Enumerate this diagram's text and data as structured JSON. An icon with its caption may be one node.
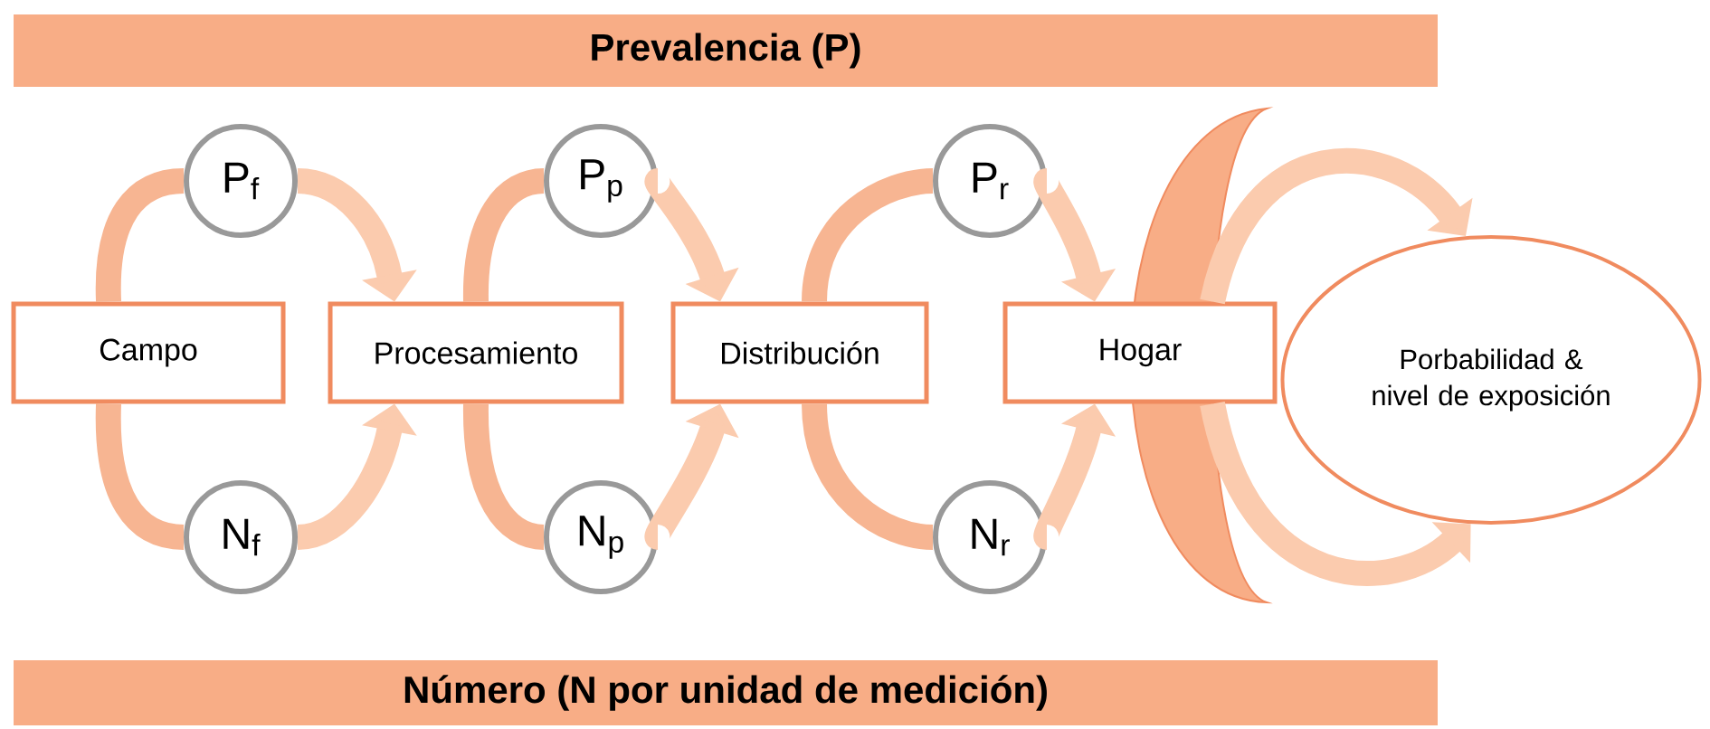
{
  "diagram": {
    "nodes": [
      {
        "text": [
          "Prevalencia (P)"
        ]
      },
      {
        "text": [
          "P$_{f}$"
        ]
      },
      {
        "text": [
          "P$_{p}$"
        ]
      },
      {
        "text": [
          "P$_{r}$"
        ]
      },
      {
        "text": [
          "Campo"
        ]
      },
      {
        "text": [
          "Procesamiento"
        ]
      },
      {
        "text": [
          "Distribución"
        ]
      },
      {
        "text": [
          "Hogar"
        ]
      },
      {
        "text": [
          "Porbabilidad & nivel de exposición"
        ]
      },
      {
        "text": [
          "N$_{f}$"
        ]
      },
      {
        "text": [
          "N$_{p}$"
        ]
      },
      {
        "text": [
          "N$_{r}$"
        ]
      },
      {
        "text": [
          "Número (N por unidad de medición)"
        ]
      }
    ],
    "edges": [
      {
        "from": 4,
        "to": 1,
        "arrow": "none",
        "color": "#f7b592"
      },
      {
        "from": 1,
        "to": 5,
        "arrow": "to"
      },
      {
        "from": 4,
        "to": 9,
        "arrow": "none",
        "color": "#f7b592"
      },
      {
        "from": 9,
        "to": 5,
        "arrow": "to"
      },
      {
        "from": 5,
        "to": 2,
        "arrow": "none",
        "color": "#f7b592"
      },
      {
        "from": 2,
        "to": 6,
        "arrow": "to"
      },
      {
        "from": 5,
        "to": 10,
        "arrow": "none",
        "color": "#f7b592"
      },
      {
        "from": 10,
        "to": 6,
        "arrow": "to"
      },
      {
        "from": 6,
        "to": 3,
        "arrow": "none",
        "color": "#f7b592"
      },
      {
        "from": 3,
        "to": 7,
        "arrow": "to"
      },
      {
        "from": 6,
        "to": 11,
        "arrow": "none",
        "color": "#f7b592"
      },
      {
        "from": 11,
        "to": 7,
        "arrow": "to"
      },
      {
        "from": 7,
        "to": 8,
        "arrow": "to"
      },
      {
        "from": 7,
        "to": 8,
        "arrow": "to"
      }
    ]
  }
}
